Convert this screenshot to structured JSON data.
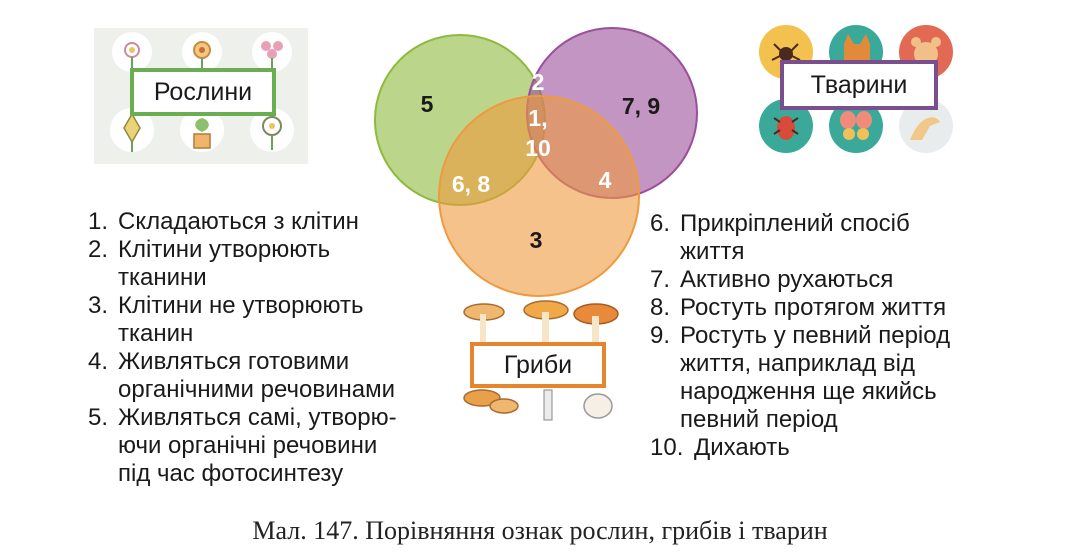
{
  "labels": {
    "plants": "Рослини",
    "animals": "Тварини",
    "fungi": "Гриби"
  },
  "venn": {
    "plants_only": "5",
    "animals_only": "7, 9",
    "fungi_only": "3",
    "plants_animals": "2",
    "all_three": "1,\n10",
    "plants_fungi": "6, 8",
    "animals_fungi": "4",
    "colors": {
      "plants": "#8dba3e",
      "animals": "#9b4f9a",
      "fungi": "#ee9a3e"
    }
  },
  "left_list": [
    {
      "num": "1.",
      "text": "Складаються з клітин"
    },
    {
      "num": "2.",
      "text": "Клітини утворюють\nтканини"
    },
    {
      "num": "3.",
      "text": "Клітини не утворюють\nтканин"
    },
    {
      "num": "4.",
      "text": "Живляться готовими\nорганічними речовинами"
    },
    {
      "num": "5.",
      "text": "Живляться самі, утворю-\nючи органічні речовини\nпід час фотосинтезу"
    }
  ],
  "right_list": [
    {
      "num": "6.",
      "text": "Прикріплений спосіб\nжиття"
    },
    {
      "num": "7.",
      "text": "Активно рухаються"
    },
    {
      "num": "8.",
      "text": "Ростуть протягом життя"
    },
    {
      "num": "9.",
      "text": "Ростуть у певний період\nжиття, наприклад від\nнародження ще якийсь\nпевний період"
    },
    {
      "num": "10.",
      "text": "Дихають"
    }
  ],
  "caption": "Мал. 147. Порівняння ознак рослин, грибів і тварин",
  "icons": {
    "plants": [
      "flower-icon",
      "flower-icon",
      "flower-icon",
      "plant-icon",
      "potted-plant-icon",
      "flower-icon"
    ],
    "animals": [
      "spider-icon",
      "cat-icon",
      "bear-icon",
      "beetle-icon",
      "butterfly-icon",
      "bird-icon"
    ],
    "fungi": [
      "mushroom-group-icon"
    ]
  }
}
